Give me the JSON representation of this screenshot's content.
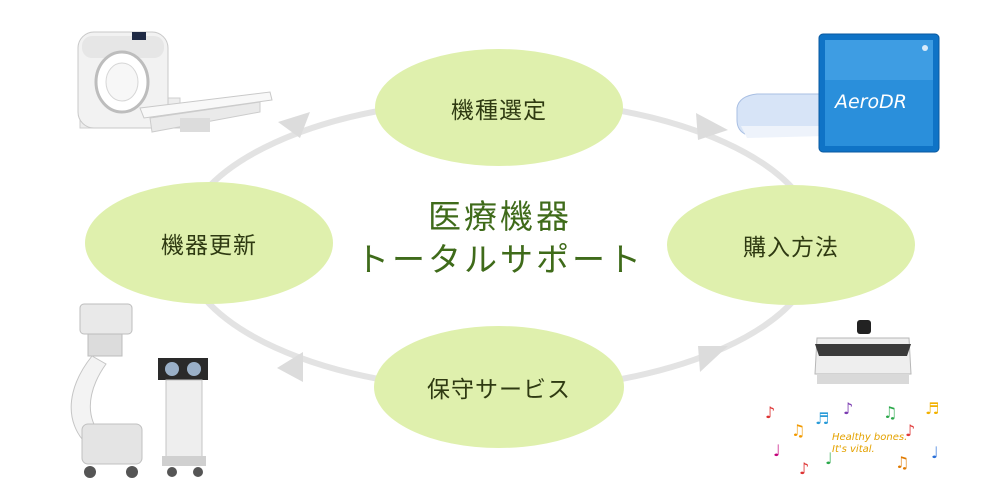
{
  "center": {
    "line1": "医療機器",
    "line2": "トータルサポート"
  },
  "nodes": {
    "top": "機種選定",
    "right": "購入方法",
    "bottom": "保守サービス",
    "left": "機器更新"
  },
  "device_labels": {
    "aerodr": "AeroDR",
    "bone_text_1": "Healthy bones.",
    "bone_text_2": "It's vital."
  },
  "colors": {
    "node_fill": "#dff0ad",
    "center_text": "#3f6b1a",
    "cycle_arrow": "#e0e0e0"
  }
}
